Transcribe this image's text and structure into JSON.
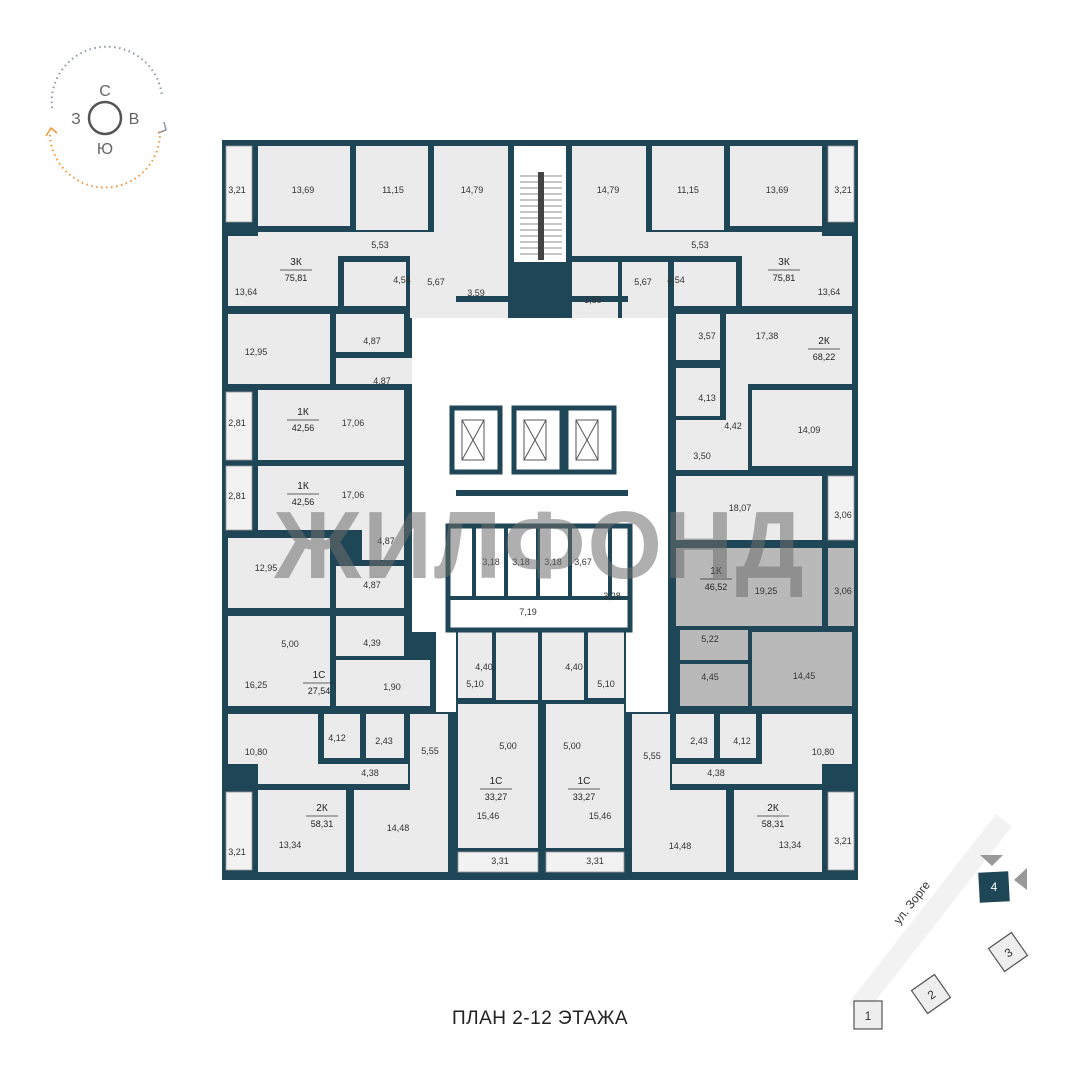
{
  "title": "ПЛАН 2-12 ЭТАЖА",
  "watermark": "ЖИЛФОНД",
  "compass": {
    "north": "С",
    "east": "В",
    "south": "Ю",
    "west": "З"
  },
  "site_plan": {
    "street": "ул. Зорге",
    "buildings": [
      "1",
      "2",
      "3",
      "4"
    ],
    "current_building": "4"
  },
  "colors": {
    "wall": "#1f4656",
    "room": "#ebebeb",
    "highlight": "#b9b9b9",
    "accent": "#f0953a"
  },
  "areas": [
    "3,21",
    "13,69",
    "11,15",
    "14,79",
    "5,53",
    "13,64",
    "4,54",
    "5,67",
    "3,59",
    "12,95",
    "4,87",
    "4,87",
    "2,81",
    "17,06",
    "2,81",
    "17,06",
    "4,87",
    "12,95",
    "4,87",
    "5,00",
    "4,39",
    "16,25",
    "1,90",
    "4,12",
    "2,43",
    "5,55",
    "10,80",
    "4,38",
    "14,48",
    "13,34",
    "3,21",
    "3,18",
    "3,18",
    "3,18",
    "3,67",
    "3,28",
    "7,19",
    "4,40",
    "4,40",
    "5,10",
    "5,10",
    "5,00",
    "5,00",
    "15,46",
    "15,46",
    "3,31",
    "3,31",
    "14,79",
    "11,15",
    "13,69",
    "3,21",
    "5,53",
    "4,54",
    "5,67",
    "3,59",
    "13,64",
    "3,57",
    "17,38",
    "4,13",
    "4,42",
    "14,09",
    "3,50",
    "18,07",
    "3,06",
    "19,25",
    "3,06",
    "5,22",
    "4,45",
    "14,45",
    "2,43",
    "4,12",
    "5,55",
    "4,38",
    "10,80",
    "14,48",
    "13,34",
    "3,21"
  ],
  "apartments": [
    {
      "type": "3К",
      "area": "75,81"
    },
    {
      "type": "1К",
      "area": "42,56"
    },
    {
      "type": "1К",
      "area": "42,56"
    },
    {
      "type": "1С",
      "area": "27,54"
    },
    {
      "type": "2К",
      "area": "58,31"
    },
    {
      "type": "1С",
      "area": "33,27"
    },
    {
      "type": "1С",
      "area": "33,27"
    },
    {
      "type": "3К",
      "area": "75,81"
    },
    {
      "type": "2К",
      "area": "68,22"
    },
    {
      "type": "1К",
      "area": "46,52"
    },
    {
      "type": "2К",
      "area": "58,31"
    }
  ],
  "highlighted_apartment": "1К 46,52"
}
